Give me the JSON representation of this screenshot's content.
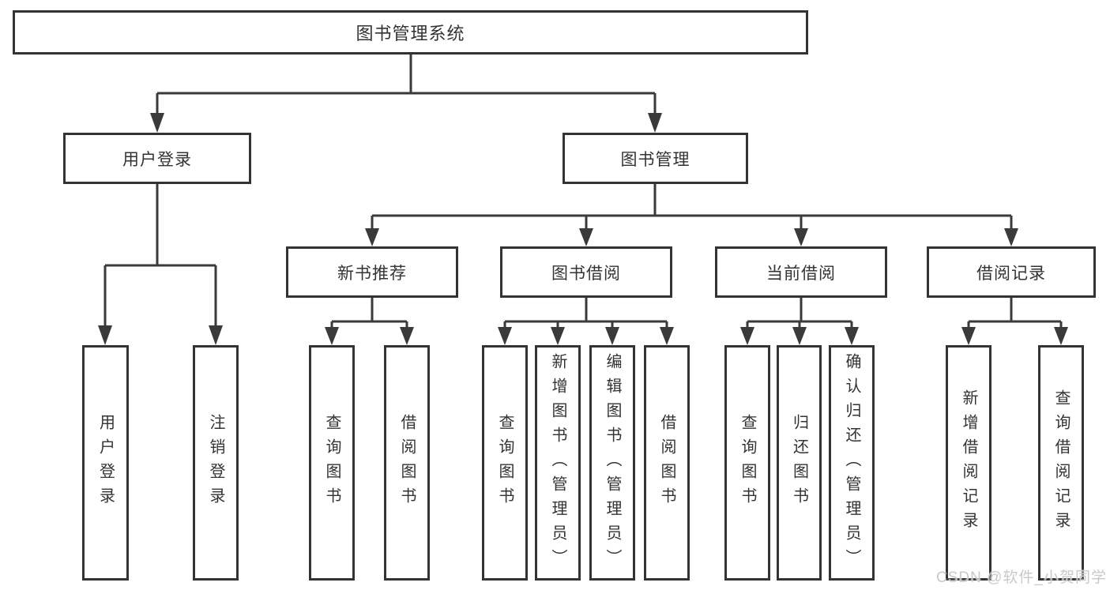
{
  "diagram": {
    "tree": {
      "root": {
        "label": "图书管理系统"
      },
      "branches": [
        {
          "label": "用户登录",
          "children": [
            {
              "label": "用户登录"
            },
            {
              "label": "注销登录"
            }
          ]
        },
        {
          "label": "图书管理",
          "children": [
            {
              "label": "新书推荐",
              "children": [
                {
                  "label": "查询图书"
                },
                {
                  "label": "借阅图书"
                }
              ]
            },
            {
              "label": "图书借阅",
              "children": [
                {
                  "label": "查询图书"
                },
                {
                  "label": "新增图书（管理员）"
                },
                {
                  "label": "编辑图书（管理员）"
                },
                {
                  "label": "借阅图书"
                }
              ]
            },
            {
              "label": "当前借阅",
              "children": [
                {
                  "label": "查询图书"
                },
                {
                  "label": "归还图书"
                },
                {
                  "label": "确认归还（管理员）"
                }
              ]
            },
            {
              "label": "借阅记录",
              "children": [
                {
                  "label": "新增借阅记录"
                },
                {
                  "label": "查询借阅记录"
                }
              ]
            }
          ]
        }
      ]
    },
    "colors": {
      "line": "#3a3a3a",
      "box_border": "#333333",
      "text": "#333333",
      "background": "#ffffff",
      "watermark": "#c9c9c9"
    }
  },
  "watermark": {
    "text": "CSDN @软件_小贺同学"
  }
}
